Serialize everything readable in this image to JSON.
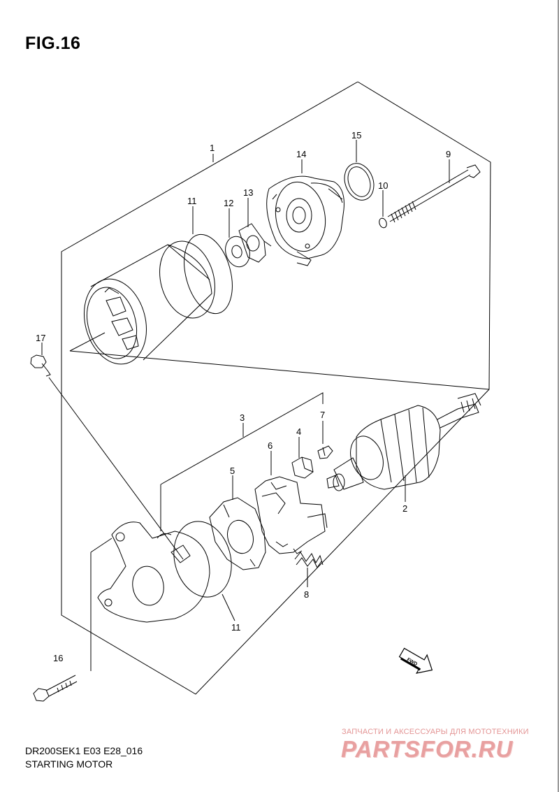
{
  "figure": {
    "title": "FIG.16"
  },
  "footer": {
    "model_code": "DR200SEK1 E03 E28_016",
    "name": "STARTING MOTOR"
  },
  "watermark": {
    "caption": "ЗАПЧАСТИ И АКСЕССУАРЫ ДЛЯ МОТОТЕХНИКИ",
    "logo": "PARTSFOR.RU"
  },
  "direction_badge": {
    "label": "FWD"
  },
  "callouts": {
    "c1": "1",
    "c2": "2",
    "c3": "3",
    "c4": "4",
    "c5": "5",
    "c6": "6",
    "c7": "7",
    "c8": "8",
    "c9": "9",
    "c10": "10",
    "c11a": "11",
    "c11b": "11",
    "c12": "12",
    "c13": "13",
    "c14": "14",
    "c15": "15",
    "c16": "16",
    "c17": "17"
  },
  "colors": {
    "line": "#000000",
    "watermark": "#e8a0a0",
    "frame": "#9a9a9a"
  }
}
